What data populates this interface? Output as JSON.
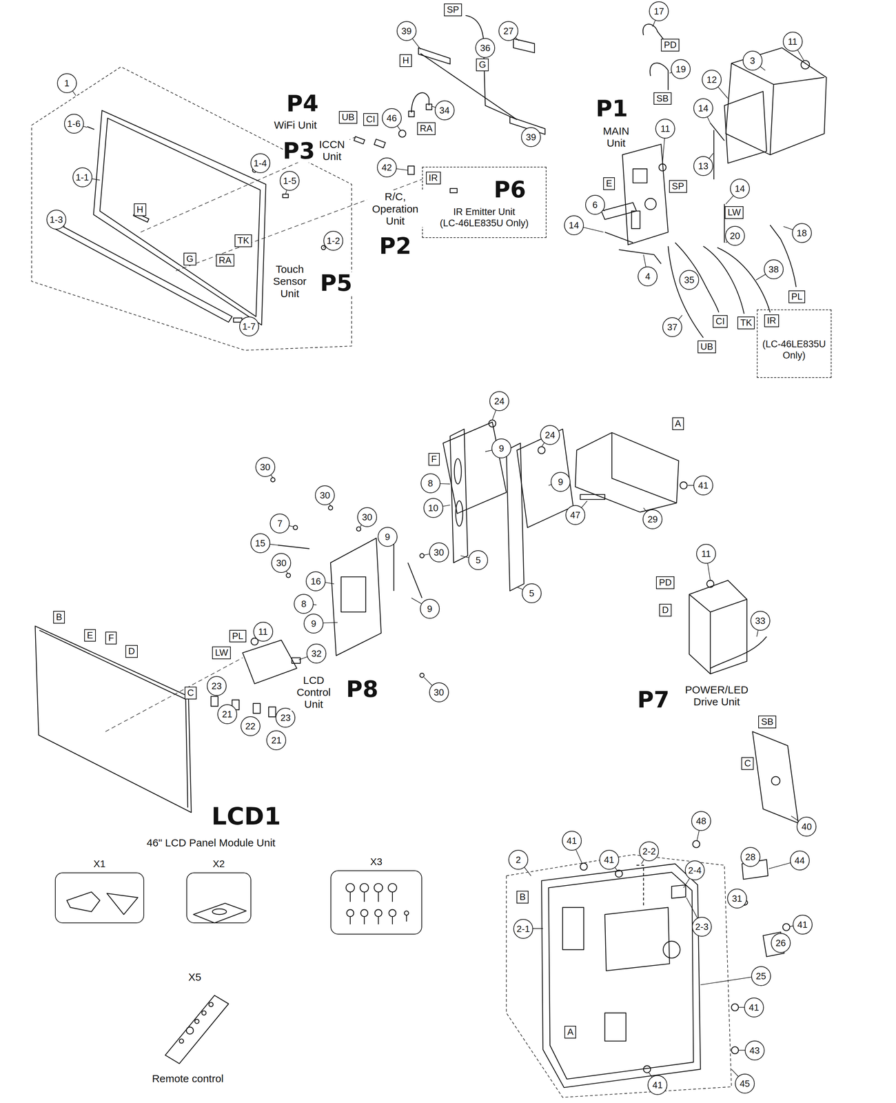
{
  "diagram": {
    "nodes": [
      {
        "text": [
          "1"
        ]
      },
      {
        "text": [
          "1-6"
        ]
      },
      {
        "text": [
          "1-1"
        ]
      },
      {
        "text": [
          "1-3"
        ]
      },
      {
        "text": [
          "1-4"
        ]
      },
      {
        "text": [
          "1-5"
        ]
      },
      {
        "text": [
          "1-2"
        ]
      },
      {
        "text": [
          "1-7"
        ]
      },
      {
        "text": [
          "H"
        ]
      },
      {
        "text": [
          "G"
        ]
      },
      {
        "text": [
          "TK"
        ]
      },
      {
        "text": [
          "RA"
        ]
      },
      {
        "text": [
          "UB"
        ]
      },
      {
        "text": [
          "CI"
        ]
      },
      {
        "text": [
          "46"
        ]
      },
      {
        "text": [
          "34"
        ]
      },
      {
        "text": [
          "RA"
        ]
      },
      {
        "text": [
          "42"
        ]
      },
      {
        "text": [
          "IR Emitter Unit",
          "(LC-46LE835U Only)"
        ]
      },
      {
        "text": [
          "IR"
        ],
        "in": 18
      },
      {
        "text": [
          "SP"
        ]
      },
      {
        "text": [
          "39"
        ]
      },
      {
        "text": [
          "36"
        ]
      },
      {
        "text": [
          "27"
        ]
      },
      {
        "text": [
          "H"
        ]
      },
      {
        "text": [
          "G"
        ]
      },
      {
        "text": [
          "39"
        ]
      },
      {
        "text": [
          "17"
        ]
      },
      {
        "text": [
          "PD"
        ]
      },
      {
        "text": [
          "19"
        ]
      },
      {
        "text": [
          "SB"
        ]
      },
      {
        "text": [
          "11"
        ]
      },
      {
        "text": [
          "3"
        ]
      },
      {
        "text": [
          "12"
        ]
      },
      {
        "text": [
          "11"
        ]
      },
      {
        "text": [
          "14"
        ]
      },
      {
        "text": [
          "13"
        ]
      },
      {
        "text": [
          "E"
        ]
      },
      {
        "text": [
          "SP"
        ]
      },
      {
        "text": [
          "14"
        ]
      },
      {
        "text": [
          "6"
        ]
      },
      {
        "text": [
          "14"
        ]
      },
      {
        "text": [
          "LW"
        ]
      },
      {
        "text": [
          "20"
        ]
      },
      {
        "text": [
          "18"
        ]
      },
      {
        "text": [
          "PL"
        ]
      },
      {
        "text": [
          "4"
        ]
      },
      {
        "text": [
          "35"
        ]
      },
      {
        "text": [
          "38"
        ]
      },
      {
        "text": [
          "CI"
        ]
      },
      {
        "text": [
          "TK"
        ]
      },
      {
        "text": [
          "(LC-46LE835U Only)"
        ]
      },
      {
        "text": [
          "IR"
        ],
        "in": 51
      },
      {
        "text": [
          "37"
        ]
      },
      {
        "text": [
          "UB"
        ]
      },
      {
        "text": [
          "24"
        ]
      },
      {
        "text": [
          "24"
        ]
      },
      {
        "text": [
          "A"
        ]
      },
      {
        "text": [
          "9"
        ]
      },
      {
        "text": [
          "F"
        ]
      },
      {
        "text": [
          "9"
        ]
      },
      {
        "text": [
          "30"
        ]
      },
      {
        "text": [
          "8"
        ]
      },
      {
        "text": [
          "41"
        ]
      },
      {
        "text": [
          "30"
        ]
      },
      {
        "text": [
          "10"
        ]
      },
      {
        "text": [
          "47"
        ]
      },
      {
        "text": [
          "30"
        ]
      },
      {
        "text": [
          "29"
        ]
      },
      {
        "text": [
          "7"
        ]
      },
      {
        "text": [
          "9"
        ]
      },
      {
        "text": [
          "15"
        ]
      },
      {
        "text": [
          "11"
        ]
      },
      {
        "text": [
          "30"
        ]
      },
      {
        "text": [
          "5"
        ]
      },
      {
        "text": [
          "30"
        ]
      },
      {
        "text": [
          "16"
        ]
      },
      {
        "text": [
          "PD"
        ]
      },
      {
        "text": [
          "5"
        ]
      },
      {
        "text": [
          "8"
        ]
      },
      {
        "text": [
          "9"
        ]
      },
      {
        "text": [
          "D"
        ]
      },
      {
        "text": [
          "B"
        ]
      },
      {
        "text": [
          "9"
        ]
      },
      {
        "text": [
          "33"
        ]
      },
      {
        "text": [
          "11"
        ]
      },
      {
        "text": [
          "E"
        ]
      },
      {
        "text": [
          "F"
        ]
      },
      {
        "text": [
          "PL"
        ]
      },
      {
        "text": [
          "D"
        ]
      },
      {
        "text": [
          "LW"
        ]
      },
      {
        "text": [
          "32"
        ]
      },
      {
        "text": [
          "23"
        ]
      },
      {
        "text": [
          "C"
        ]
      },
      {
        "text": [
          "30"
        ]
      },
      {
        "text": [
          "21"
        ]
      },
      {
        "text": [
          "23"
        ]
      },
      {
        "text": [
          "22"
        ]
      },
      {
        "text": [
          "21"
        ]
      },
      {
        "text": [
          "SB"
        ]
      },
      {
        "text": [
          "C"
        ]
      },
      {
        "text": [
          "40"
        ]
      },
      {
        "text": [
          "48"
        ]
      },
      {
        "text": [
          "41"
        ]
      },
      {
        "text": [
          "2-2"
        ]
      },
      {
        "text": [
          "28"
        ]
      },
      {
        "text": [
          "2"
        ]
      },
      {
        "text": [
          "41"
        ]
      },
      {
        "text": [
          "44"
        ]
      },
      {
        "text": [
          "2-4"
        ]
      },
      {
        "text": [
          "B"
        ]
      },
      {
        "text": [
          "31"
        ]
      },
      {
        "text": [
          "41"
        ]
      },
      {
        "text": [
          "2-3"
        ]
      },
      {
        "text": [
          "2-1"
        ]
      },
      {
        "text": [
          "26"
        ]
      },
      {
        "text": [
          "25"
        ]
      },
      {
        "text": [
          "41"
        ]
      },
      {
        "text": [
          "A"
        ]
      },
      {
        "text": [
          "43"
        ]
      },
      {
        "text": [
          "45"
        ]
      },
      {
        "text": [
          "41"
        ]
      },
      {
        "text": [
          "X1"
        ]
      },
      {
        "text": [
          "X2"
        ]
      },
      {
        "text": [
          "X3"
        ]
      }
    ],
    "labels": [
      "P4",
      "WiFi Unit",
      "P3",
      "ICCN Unit",
      "R/C, Operation Unit",
      "P2",
      "P6",
      "Touch Sensor Unit",
      "P5",
      "P1",
      "MAIN Unit",
      "LCD Control Unit",
      "P8",
      "P7",
      "POWER/LED Drive Unit",
      "LCD1",
      "46\" LCD Panel Module Unit",
      "X5",
      "Remote control"
    ]
  }
}
